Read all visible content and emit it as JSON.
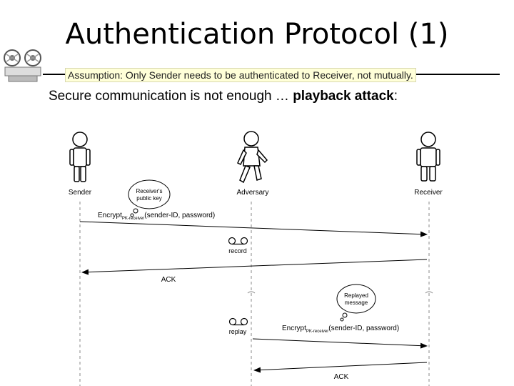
{
  "slide": {
    "title": "Authentication Protocol (1)",
    "assumption": "Assumption: Only Sender needs to be authenticated to Receiver, not mutually.",
    "subtitle_text": "Secure communication is not enough … ",
    "subtitle_bold": "playback attack",
    "subtitle_end": ":"
  },
  "actors": {
    "sender": "Sender",
    "adversary": "Adversary",
    "receiver": "Receiver"
  },
  "bubbles": {
    "public_key_line1": "Receiver's",
    "public_key_line2": "public key",
    "replayed_line1": "Replayed",
    "replayed_line2": "message"
  },
  "messages": {
    "encrypt_prefix": "Encrypt",
    "encrypt_subscript": "PK-receiver",
    "encrypt_args": "(sender-ID, password)",
    "record": "record",
    "ack": "ACK",
    "replay": "replay"
  },
  "colors": {
    "line": "#000000",
    "lifeline": "#888888",
    "assumption_bg": "#ffffd8"
  }
}
